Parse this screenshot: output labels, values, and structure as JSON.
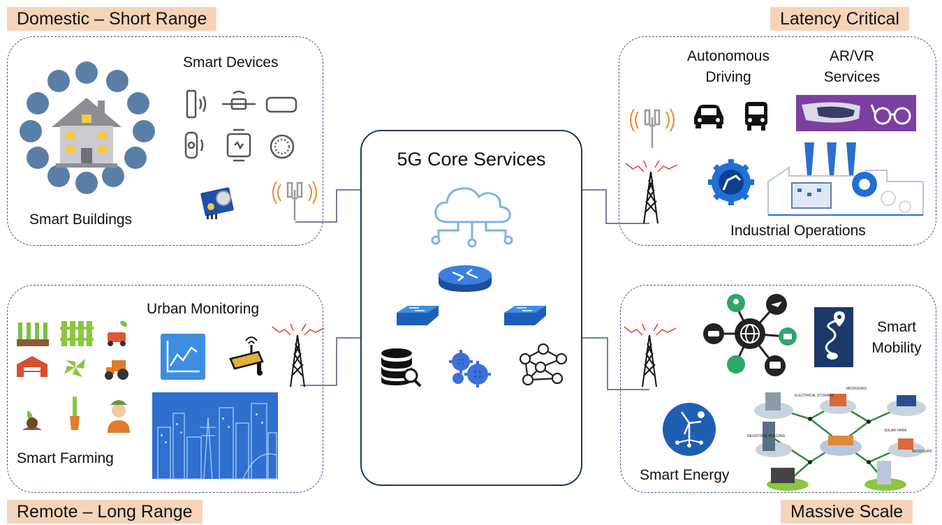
{
  "corners": {
    "top_left": "Domestic – Short Range",
    "top_right": "Latency Critical",
    "bottom_left": "Remote – Long Range",
    "bottom_right": "Massive Scale"
  },
  "core": {
    "title": "5G Core Services"
  },
  "domestic": {
    "smart_devices": "Smart Devices",
    "smart_buildings": "Smart Buildings"
  },
  "latency": {
    "autonomous_driving": "Autonomous\nDriving",
    "arvr": "AR/VR\nServices",
    "industrial": "Industrial Operations"
  },
  "remote": {
    "urban": "Urban Monitoring",
    "farming": "Smart Farming"
  },
  "massive": {
    "mobility": "Smart\nMobility",
    "energy": "Smart Energy"
  },
  "energy_grid_labels": [
    "ELECTRICAL STORAGE",
    "MICROGRID",
    "SOLAR FARM",
    "INDUSTRIAL BUILDING",
    "MICROGRID"
  ],
  "colors": {
    "accent_blue": "#2a6fd1",
    "corner_fill": "#f6d4ba",
    "panel_border": "#3f5a8a",
    "antenna_orange": "#e8892e"
  }
}
